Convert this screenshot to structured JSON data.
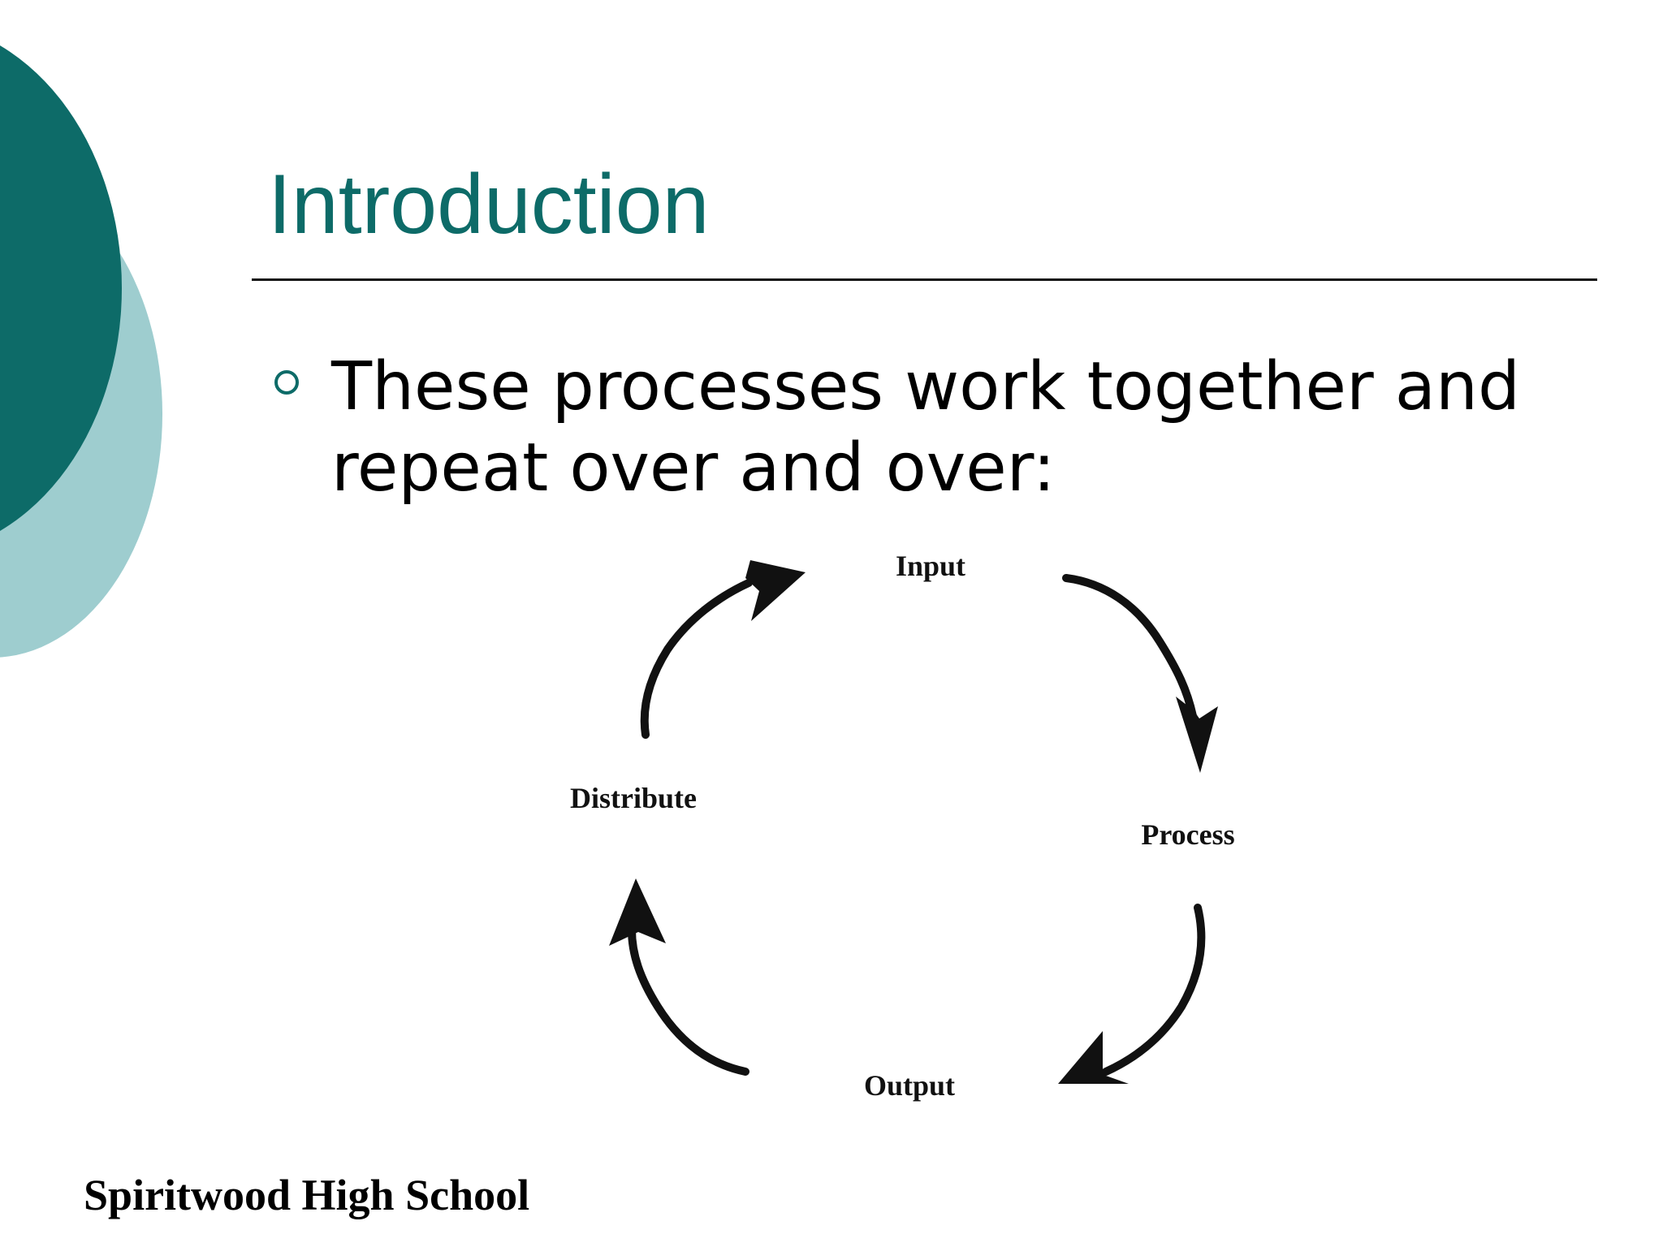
{
  "slide": {
    "title": "Introduction",
    "bullet": "These processes work together and repeat over and over:",
    "footer": "Spiritwood High School"
  },
  "cycle": {
    "stages": [
      "Input",
      "Process",
      "Output",
      "Distribute"
    ]
  },
  "colors": {
    "accent_dark": "#0d6b68",
    "accent_light": "#9ecdcf",
    "text": "#000000",
    "background": "#ffffff"
  }
}
